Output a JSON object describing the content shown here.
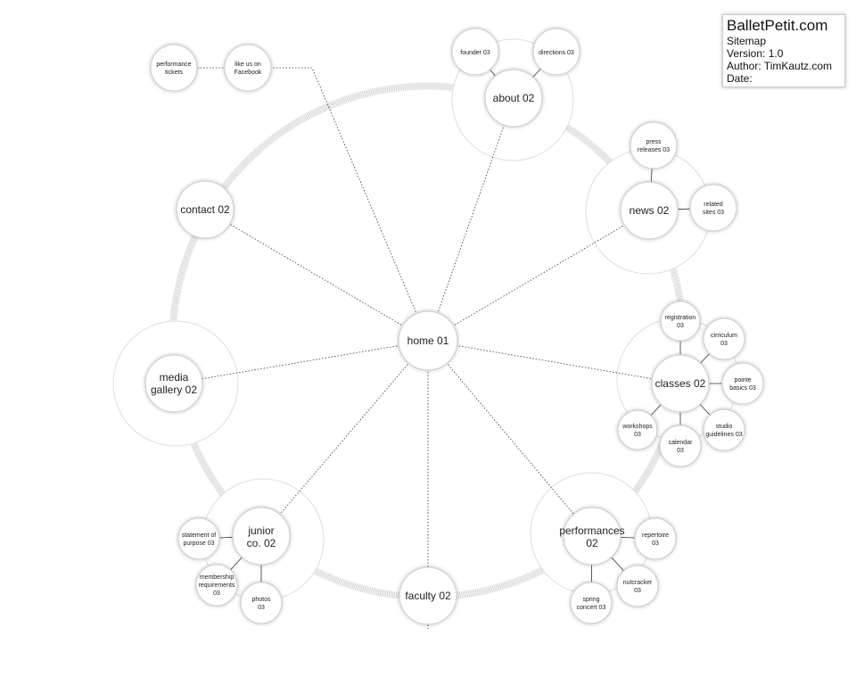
{
  "info": {
    "title": "BalletPetit.com",
    "subtitle": "Sitemap",
    "version": "Version: 1.0",
    "author": "Author: TimKautz.com",
    "date": "Date:"
  },
  "nodes": {
    "home": "home 01",
    "about": "about 02",
    "founder": "founder 03",
    "directions": "directions 03",
    "news": "news 02",
    "press": [
      "press",
      "releases 03"
    ],
    "related": [
      "related",
      "sites 03"
    ],
    "classes": "classes 02",
    "registration": [
      "registration",
      "03"
    ],
    "cirriculum": [
      "cirriculum",
      "03"
    ],
    "pointe": [
      "pointe",
      "basics 03"
    ],
    "studio": [
      "studio",
      "guidelines 03"
    ],
    "calendar": [
      "calendar",
      "03"
    ],
    "workshops": [
      "workshops",
      "03"
    ],
    "performances": [
      "performances",
      "02"
    ],
    "repertoire": [
      "repertoire",
      "03"
    ],
    "nutcracker": [
      "nutcracker",
      "03"
    ],
    "spring": [
      "spring",
      "concert 03"
    ],
    "faculty": "faculty 02",
    "junior": [
      "junior",
      "co. 02"
    ],
    "statement": [
      "statement of",
      "purpose 03"
    ],
    "membership": [
      "membership",
      "requirements",
      "03"
    ],
    "photos": [
      "photos",
      "03"
    ],
    "media": [
      "media",
      "gallery 02"
    ],
    "contact": "contact 02",
    "tickets": [
      "performance",
      "tickets"
    ],
    "facebook": [
      "like us on",
      "Facebook"
    ]
  }
}
